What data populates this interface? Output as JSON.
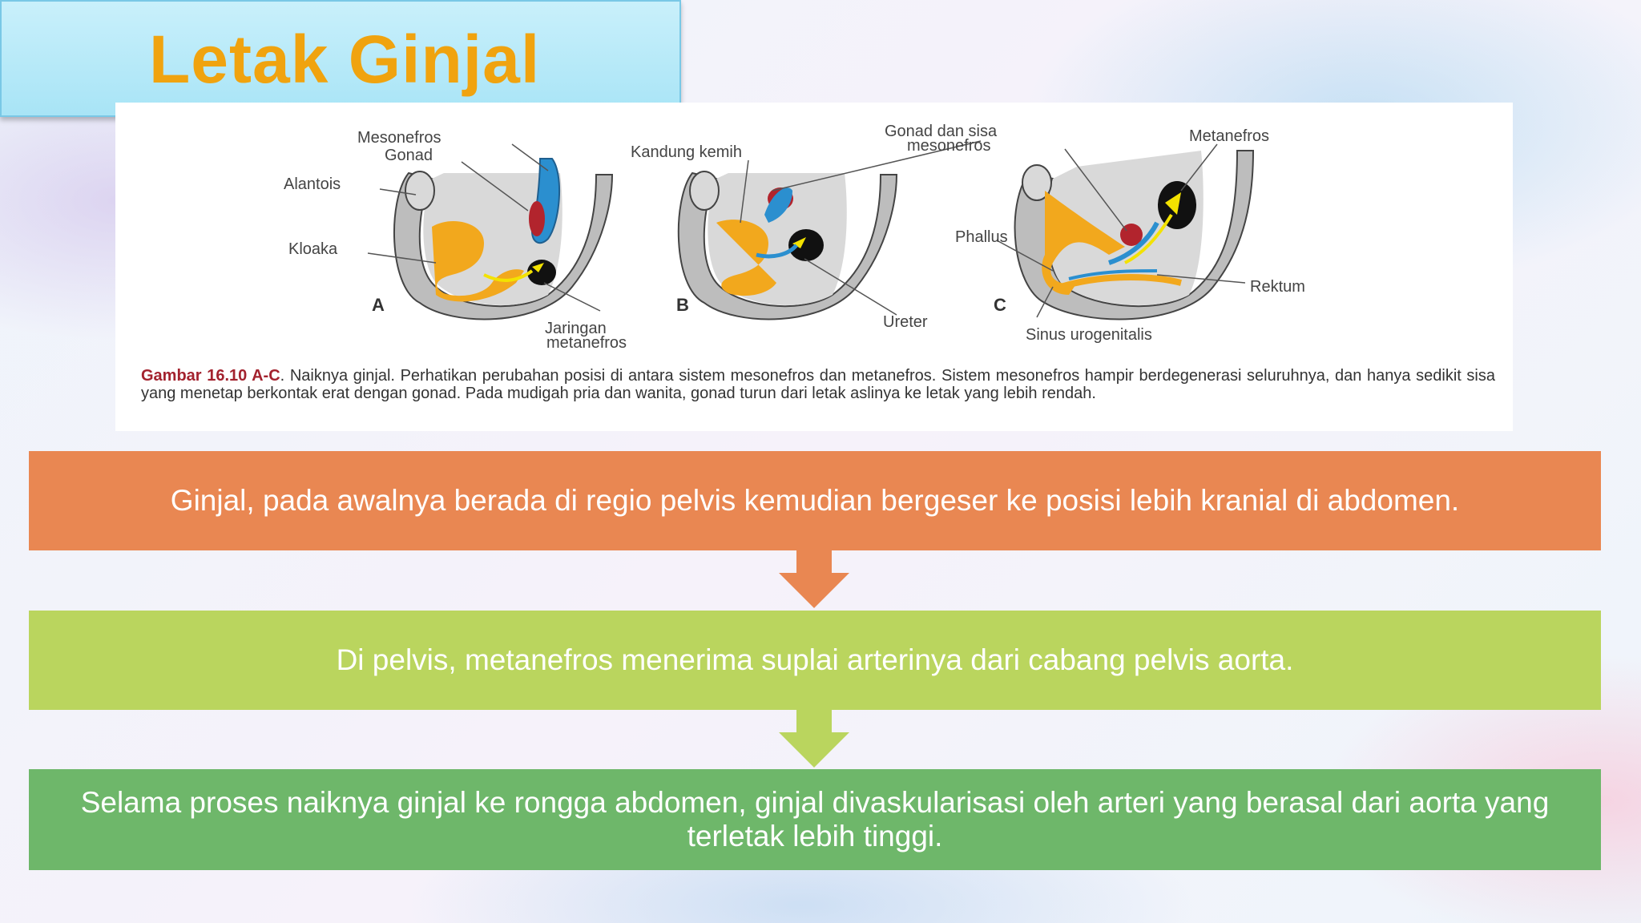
{
  "title": "Letak Ginjal",
  "figure": {
    "labels": {
      "mesonefros": "Mesonefros",
      "gonad": "Gonad",
      "alantois": "Alantois",
      "kloaka": "Kloaka",
      "kandung_kemih": "Kandung kemih",
      "gonad_sisa_1": "Gonad dan sisa",
      "gonad_sisa_2": "mesonefros",
      "metanefros": "Metanefros",
      "phallus": "Phallus",
      "rektum": "Rektum",
      "jaringan_1": "Jaringan",
      "jaringan_2": "metanefros",
      "ureter": "Ureter",
      "sinus": "Sinus urogenitalis",
      "panel_a": "A",
      "panel_b": "B",
      "panel_c": "C"
    },
    "caption_ref": "Gambar 16.10 A-C",
    "caption_text": ". Naiknya ginjal. Perhatikan perubahan posisi di antara sistem mesonefros dan metanefros. Sistem mesonefros hampir berdegenerasi seluruhnya, dan hanya sedikit sisa yang menetap berkontak erat dengan gonad. Pada mudigah pria dan wanita, gonad turun dari letak aslinya ke letak yang lebih rendah."
  },
  "steps": [
    "Ginjal, pada awalnya berada di regio pelvis kemudian bergeser ke posisi lebih kranial di abdomen.",
    "Di  pelvis,  metanefros  menerima suplai arterinya dari cabang pelvis aorta.",
    "Selama proses naiknya ginjal ke rongga abdomen, ginjal divaskularisasi oleh arteri yang berasal dari aorta yang terletak lebih tinggi."
  ],
  "colors": {
    "title": "#f0a30f",
    "step1": "#e98752",
    "step2": "#bad55e",
    "step3": "#6eb76a"
  }
}
